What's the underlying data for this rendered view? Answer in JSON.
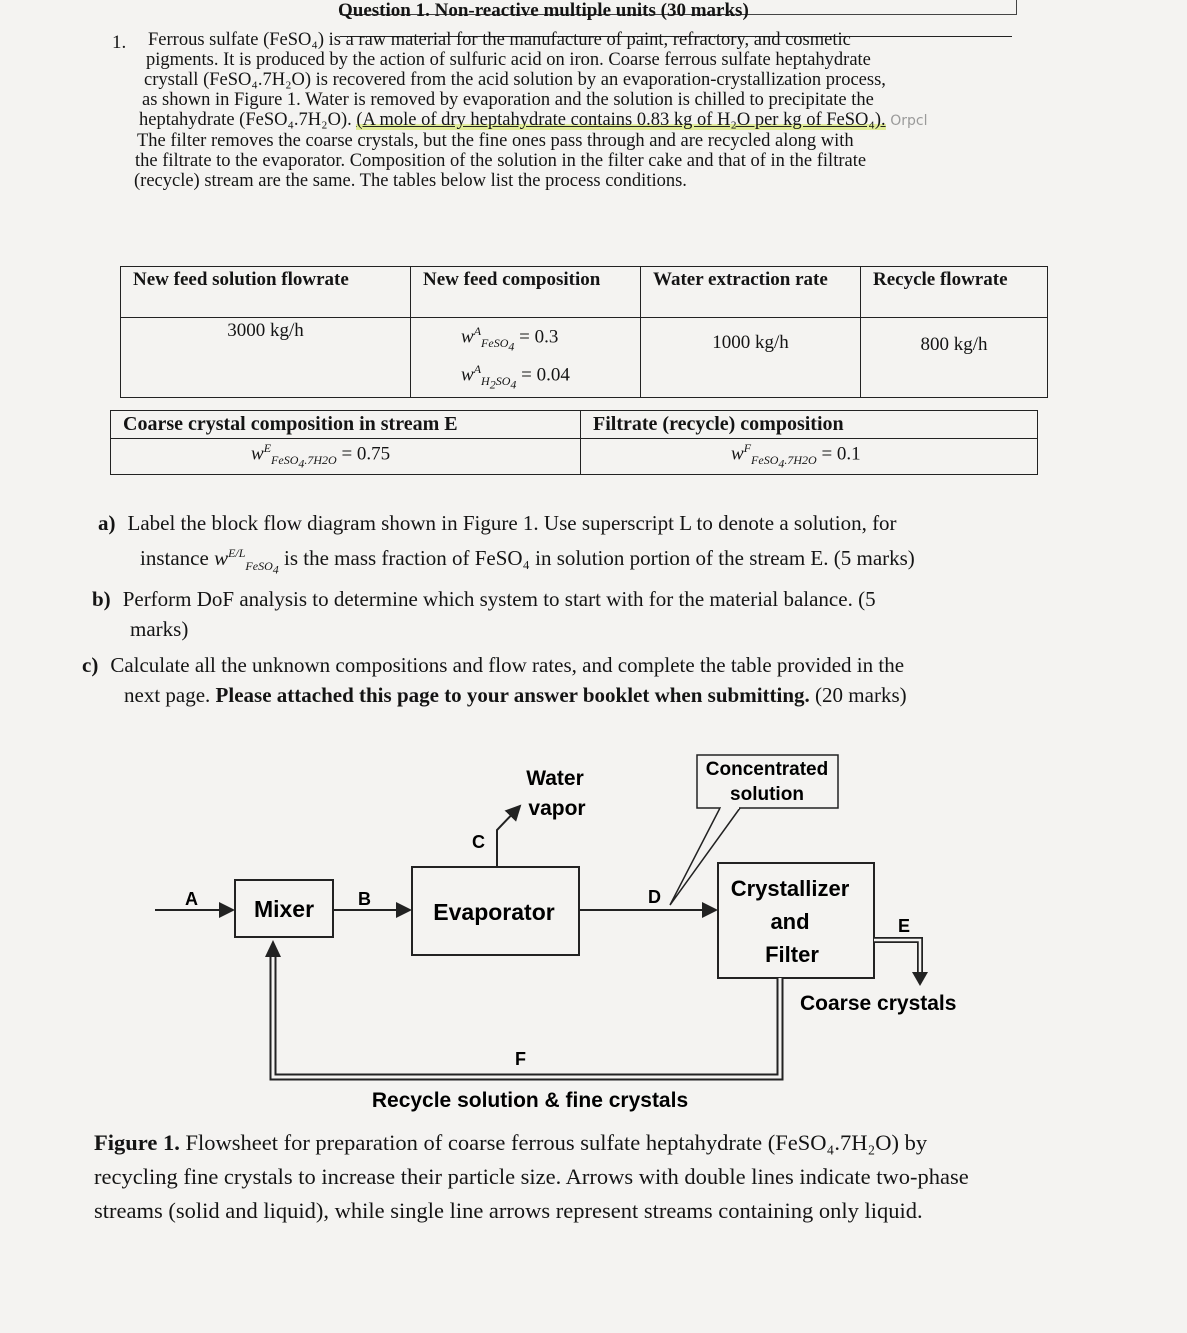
{
  "question": {
    "title": "Question 1. Non-reactive multiple units (30 marks)",
    "number": "1.",
    "intro_lines": [
      "Ferrous sulfate (FeSO₄) is a raw material for the manufacture of paint, refractory, and cosmetic",
      "pigments. It is produced by the action of sulfuric acid on iron. Coarse ferrous sulfate heptahydrate",
      "crystall (FeSO₄.7H₂O) is recovered from the acid solution by an evaporation-crystallization process,",
      "as shown in Figure 1. Water is removed by evaporation and the solution is chilled to precipitate the",
      "heptahydrate (FeSO₄.7H₂O).",
      "The filter removes the coarse crystals, but the fine ones pass through and are recycled along with",
      "the filtrate to the evaporator. Composition of the solution in the filter cake and that of in the filtrate",
      "(recycle) stream are the same. The tables below list the process conditions."
    ],
    "highlight_sentence": "(A mole of dry heptahydrate contains 0.83 kg of H₂O per kg of FeSO₄).",
    "pencil_note": "Orpcl"
  },
  "table1": {
    "headers": [
      "New feed solution flowrate",
      "New feed composition",
      "Water extraction rate",
      "Recycle flowrate"
    ],
    "values": {
      "feed_flowrate": "3000 kg/h",
      "comp_feso4": "= 0.3",
      "comp_h2so4": "= 0.04",
      "water_extraction": "1000 kg/h",
      "recycle_flowrate": "800 kg/h"
    }
  },
  "table2": {
    "headers": [
      "Coarse crystal composition in stream E",
      "Filtrate (recycle) composition"
    ],
    "values": {
      "E": "= 0.75",
      "F": "= 0.1"
    }
  },
  "parts": {
    "a_label": "a)",
    "a_line1": "Label the block flow diagram shown in Figure 1. Use superscript L to denote a solution, for",
    "a_line2_pre": "instance",
    "a_line2_post": "is the mass fraction of FeSO₄ in solution portion of the stream E. (5 marks)",
    "b_label": "b)",
    "b_line1": "Perform DoF analysis to determine which system to start with for the material balance. (5",
    "b_line2": "marks)",
    "c_label": "c)",
    "c_line1": "Calculate all the unknown compositions and flow rates, and complete the table provided in the",
    "c_line2_pre": "next page.",
    "c_line2_bold": "Please attached this page to your answer booklet when submitting.",
    "c_line2_post": "(20 marks)"
  },
  "diagram": {
    "blocks": {
      "mixer": "Mixer",
      "evaporator": "Evaporator",
      "crystallizer": [
        "Crystallizer",
        "and",
        "Filter"
      ]
    },
    "streams": {
      "A": "A",
      "B": "B",
      "C": "C",
      "D": "D",
      "E": "E",
      "F": "F"
    },
    "labels": {
      "water_vapor": [
        "Water",
        "vapor"
      ],
      "concentrated": [
        "Concentrated",
        "solution"
      ],
      "coarse": "Coarse crystals",
      "recycle": "Recycle solution & fine crystals"
    }
  },
  "figure_caption": {
    "label": "Figure 1.",
    "line1": "Flowsheet for preparation of coarse ferrous sulfate heptahydrate (FeSO₄.7H₂O) by",
    "line2": "recycling fine crystals to increase their particle size. Arrows with double lines indicate two-phase",
    "line3": "streams (solid and liquid), while single line arrows represent streams containing only liquid."
  }
}
